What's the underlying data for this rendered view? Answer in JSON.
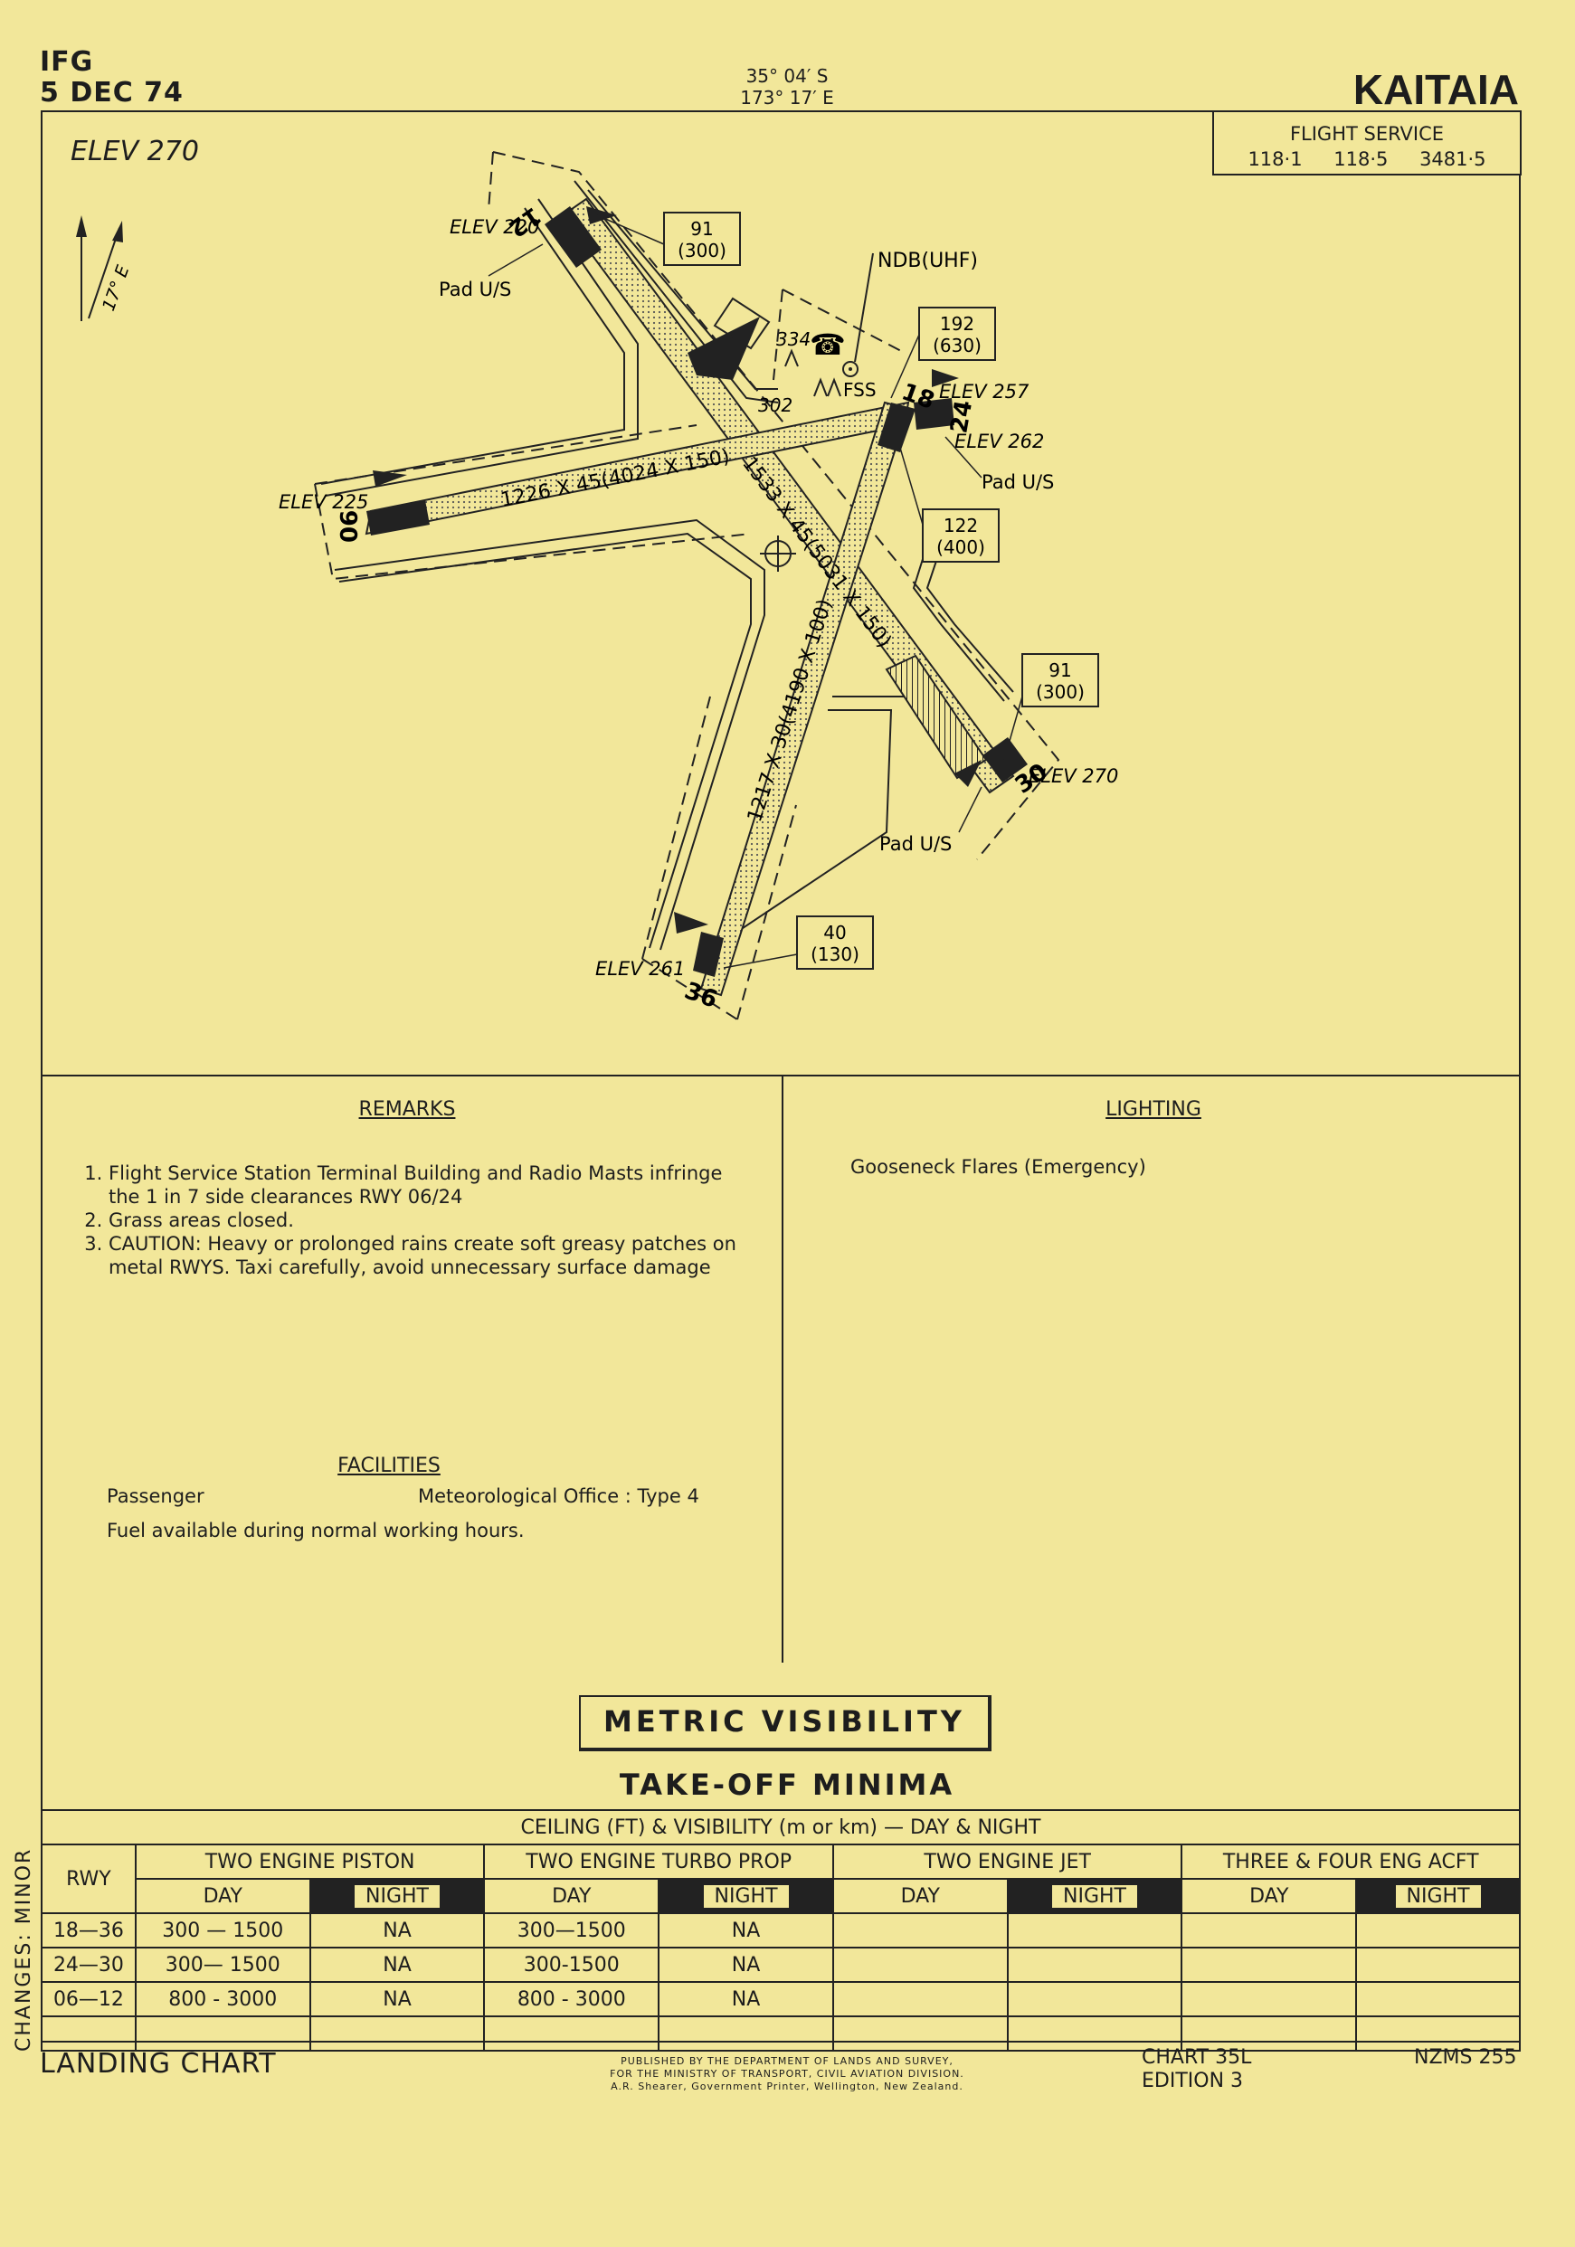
{
  "header": {
    "ident": "IFG",
    "date": "5 DEC 74",
    "lat": "35° 04′ S",
    "lon": "173° 17′ E",
    "title": "KAITAIA"
  },
  "flight_service": {
    "label": "FLIGHT SERVICE",
    "freqs": [
      "118·1",
      "118·5",
      "3481·5"
    ]
  },
  "diagram": {
    "elev_main": "ELEV 270",
    "variation": "17° E",
    "ndb": "NDB(UHF)",
    "fss": "FSS",
    "obstacle_334": "334",
    "obstacle_302": "302",
    "rwy_12": "12",
    "rwy_30": "30",
    "rwy_06": "06",
    "rwy_24": "24",
    "rwy_18": "18",
    "rwy_36": "36",
    "elev_12": "ELEV 220",
    "elev_30": "ELEV 270",
    "elev_06": "ELEV 225",
    "elev_24": "ELEV 262",
    "elev_18": "ELEV 257",
    "elev_36": "ELEV 261",
    "pad_12": "Pad U/S",
    "pad_24": "Pad U/S",
    "pad_30": "Pad U/S",
    "dim_1230": "1533 X 45(5031 X 150)",
    "dim_0624": "1226 X 45(4024 X 150)",
    "dim_1836": "1217 X 30(4190 X 100)",
    "box_12": [
      "91",
      "(300)"
    ],
    "box_18": [
      "192",
      "(630)"
    ],
    "box_24": [
      "122",
      "(400)"
    ],
    "box_30": [
      "91",
      "(300)"
    ],
    "box_36": [
      "40",
      "(130)"
    ]
  },
  "remarks": {
    "title": "REMARKS",
    "items": [
      "Flight Service Station Terminal Building and Radio Masts infringe the 1 in 7 side clearances RWY 06/24",
      "Grass areas closed.",
      "CAUTION: Heavy or prolonged rains create soft greasy patches on metal RWYS. Taxi carefully, avoid unnecessary surface damage"
    ]
  },
  "lighting": {
    "title": "LIGHTING",
    "text": "Gooseneck Flares (Emergency)"
  },
  "facilities": {
    "title": "FACILITIES",
    "passenger": "Passenger",
    "met": "Meteorological Office : Type 4",
    "fuel": "Fuel available during normal working hours."
  },
  "minima": {
    "metric": "METRIC VISIBILITY",
    "title": "TAKE-OFF MINIMA",
    "ceiling_header": "CEILING (FT) & VISIBILITY (m or km) — DAY & NIGHT",
    "rwy_label": "RWY",
    "groups": [
      "TWO ENGINE PISTON",
      "TWO ENGINE TURBO PROP",
      "TWO ENGINE JET",
      "THREE & FOUR ENG ACFT"
    ],
    "day": "DAY",
    "night": "NIGHT",
    "rows": [
      {
        "rwy": "18—36",
        "piston_day": "300 — 1500",
        "piston_night": "NA",
        "turbo_day": "300—1500",
        "turbo_night": "NA"
      },
      {
        "rwy": "24—30",
        "piston_day": "300— 1500",
        "piston_night": "NA",
        "turbo_day": "300-1500",
        "turbo_night": "NA"
      },
      {
        "rwy": "06—12",
        "piston_day": "800 - 3000",
        "piston_night": "NA",
        "turbo_day": "800 - 3000",
        "turbo_night": "NA"
      }
    ]
  },
  "footer": {
    "changes": "CHANGES: MINOR",
    "chart_type": "LANDING CHART",
    "publisher": [
      "PUBLISHED BY THE DEPARTMENT OF LANDS AND SURVEY,",
      "FOR THE MINISTRY OF TRANSPORT, CIVIL AVIATION DIVISION.",
      "A.R. Shearer, Government Printer, Wellington, New Zealand."
    ],
    "chart_no": "CHART 35L",
    "edition": "EDITION 3",
    "series": "NZMS 255"
  }
}
